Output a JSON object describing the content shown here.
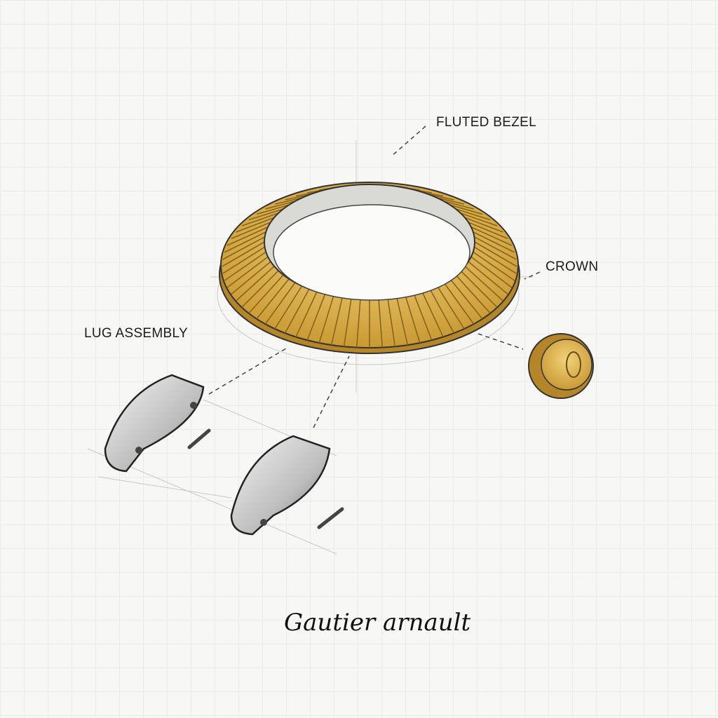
{
  "labels": {
    "bezel": "FLUTED BEZEL",
    "crown": "CROWN",
    "lug": "LUG ASSEMBLY"
  },
  "signature": "Gautier arnault",
  "colors": {
    "gold": "#e3b84a",
    "gold_dark": "#a8791e",
    "pencil": "#3a3a3a",
    "paper": "#f7f7f5"
  }
}
